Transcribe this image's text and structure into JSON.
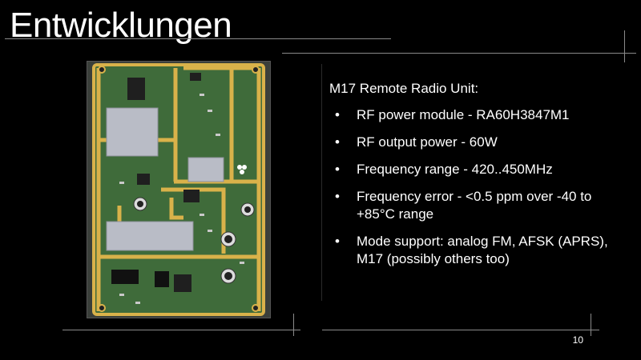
{
  "slide": {
    "title": "Entwicklungen",
    "subtitle": "M17 Remote Radio Unit:",
    "bullets": [
      "RF power module - RA60H3847M1",
      "RF output power - 60W",
      "Frequency range - 420..450MHz",
      "Frequency error - <0.5 ppm over -40 to +85°C range",
      "Mode support: analog FM, AFSK (APRS), M17 (possibly others too)"
    ],
    "page_number": "10"
  },
  "image": {
    "description_icon": "pcb-board-image"
  },
  "colors": {
    "background": "#000000",
    "text": "#ffffff",
    "pcb_green": "#3f6b3a",
    "pcb_gold": "#d9b24a",
    "shield_silver": "#b9bcc6"
  }
}
